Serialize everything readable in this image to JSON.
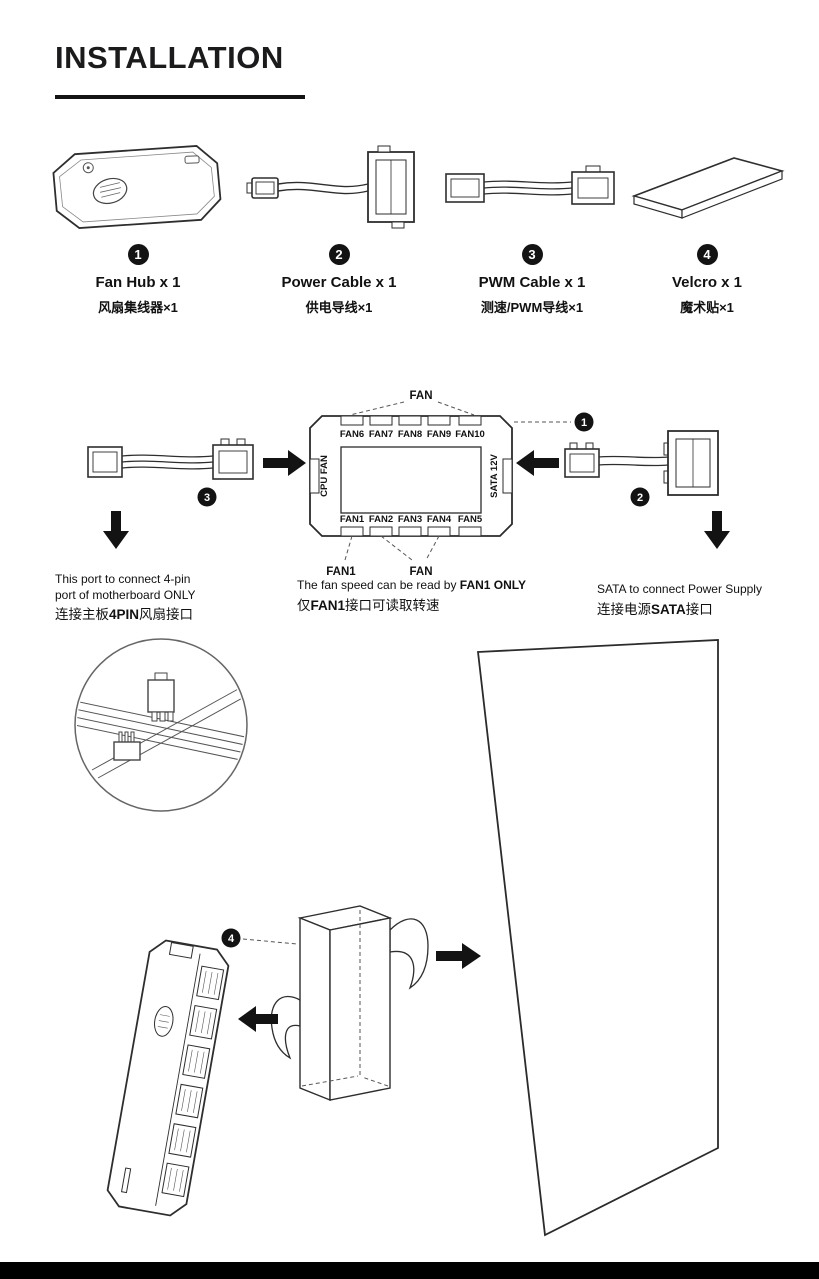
{
  "page": {
    "title": "INSTALLATION"
  },
  "parts": [
    {
      "num": "1",
      "name_en": "Fan Hub x 1",
      "name_zh": "风扇集线器×1"
    },
    {
      "num": "2",
      "name_en": "Power Cable x 1",
      "name_zh": "供电导线×1"
    },
    {
      "num": "3",
      "name_en": "PWM Cable x 1",
      "name_zh": "测速/PWM导线×1"
    },
    {
      "num": "4",
      "name_en": "Velcro x 1",
      "name_zh": "魔术贴×1"
    }
  ],
  "hub_diagram": {
    "fan_label_top": "FAN",
    "top_ports": [
      "FAN6",
      "FAN7",
      "FAN8",
      "FAN9",
      "FAN10"
    ],
    "bottom_ports": [
      "FAN1",
      "FAN2",
      "FAN3",
      "FAN4",
      "FAN5"
    ],
    "left_port": "CPU FAN",
    "right_port": "SATA 12V",
    "fan1_label_bottom": "FAN1",
    "fan_label_bottom": "FAN",
    "badges": {
      "b1": "1",
      "b2": "2",
      "b3": "3",
      "b4": "4"
    }
  },
  "notes": {
    "pwm": {
      "en_line1": "This port to connect 4-pin",
      "en_line2": "port of motherboard ONLY",
      "zh_prefix": "连接主板",
      "zh_bold": "4PIN",
      "zh_suffix": "风扇接口"
    },
    "fan1": {
      "en_prefix": "The fan speed can be read by ",
      "en_bold": "FAN1 ONLY",
      "zh_prefix": "仅",
      "zh_bold": "FAN1",
      "zh_suffix": "接口可读取转速"
    },
    "sata": {
      "en": "SATA to connect Power Supply",
      "zh_prefix": "连接电源",
      "zh_bold": "SATA",
      "zh_suffix": "接口"
    }
  }
}
